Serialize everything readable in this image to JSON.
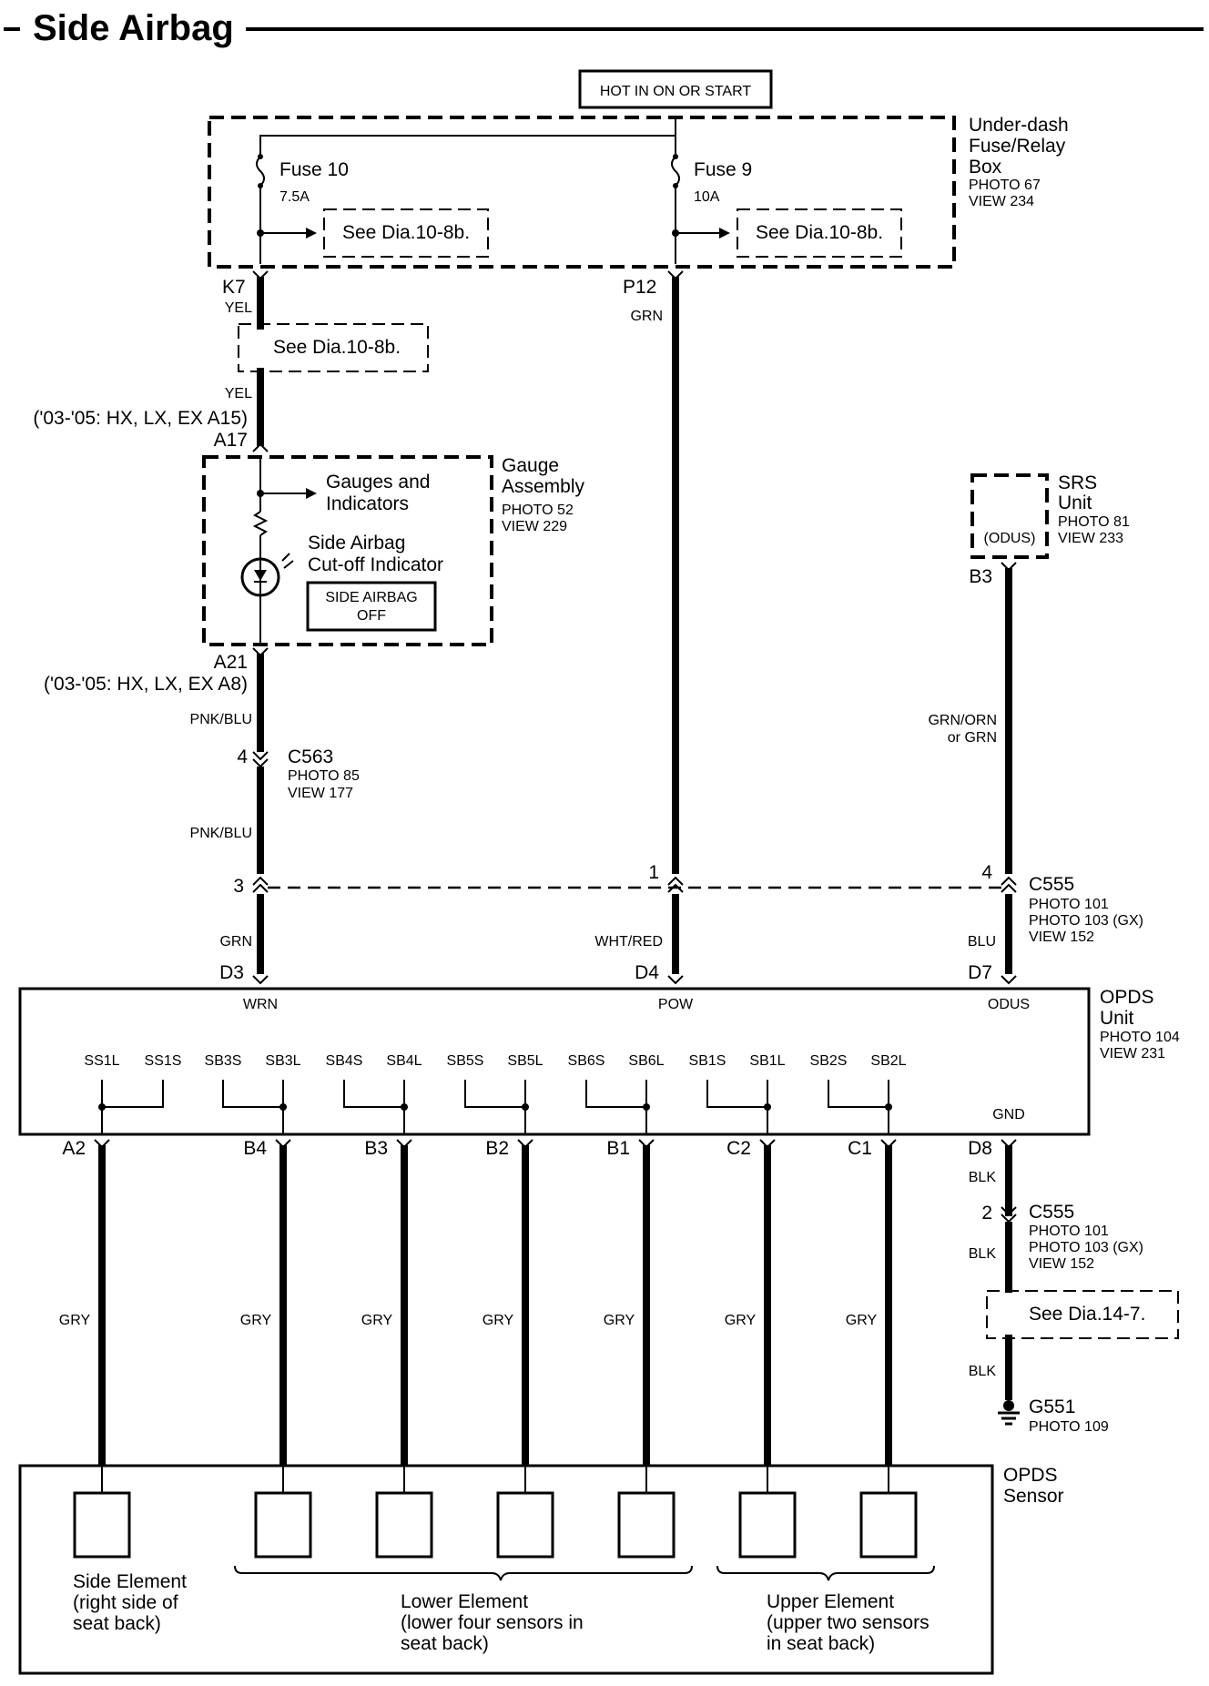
{
  "title": "Side Airbag",
  "power_source": "HOT IN ON OR START",
  "fuse_box": {
    "name_lines": [
      "Under-dash",
      "Fuse/Relay",
      "Box"
    ],
    "photo": "PHOTO 67",
    "view": "VIEW 234",
    "fuse10": {
      "name": "Fuse 10",
      "rating": "7.5A",
      "pin": "K7"
    },
    "fuse9": {
      "name": "Fuse 9",
      "rating": "10A",
      "pin": "P12"
    },
    "see_ref": "See Dia.10-8b."
  },
  "wire_colors": {
    "yel": "YEL",
    "grn": "GRN",
    "pnk_blu": "PNK/BLU",
    "wht_red": "WHT/RED",
    "grn_orn_1": "GRN/ORN",
    "grn_orn_2": "or GRN",
    "blu": "BLU",
    "gry": "GRY",
    "blk": "BLK"
  },
  "yel_see_ref": "See Dia.10-8b.",
  "gauge": {
    "pin_top_note": "('03-'05: HX, LX, EX A15)",
    "pin_top": "A17",
    "name_lines": [
      "Gauge",
      "Assembly"
    ],
    "photo": "PHOTO 52",
    "view": "VIEW 229",
    "gauges_lines": [
      "Gauges and",
      "Indicators"
    ],
    "indicator_lines": [
      "Side Airbag",
      "Cut-off Indicator"
    ],
    "indicator_box_lines": [
      "SIDE AIRBAG",
      "OFF"
    ],
    "pin_bottom": "A21",
    "pin_bottom_note": "('03-'05: HX, LX, EX A8)"
  },
  "c563": {
    "pin": "4",
    "name": "C563",
    "photo": "PHOTO 85",
    "view": "VIEW 177"
  },
  "srs": {
    "name_lines": [
      "SRS",
      "Unit"
    ],
    "photo": "PHOTO 81",
    "view": "VIEW 233",
    "inner": "(ODUS)",
    "pin": "B3"
  },
  "c555_top": {
    "pin_left": "3",
    "pin_mid": "1",
    "pin_right": "4",
    "name": "C555",
    "photo1": "PHOTO 101",
    "photo2": "PHOTO 103 (GX)",
    "view": "VIEW 152"
  },
  "opds_unit": {
    "name_lines": [
      "OPDS",
      "Unit"
    ],
    "photo": "PHOTO 104",
    "view": "VIEW 231",
    "top_pins": [
      "D3",
      "D4",
      "D7"
    ],
    "top_labels": [
      "WRN",
      "POW",
      "ODUS"
    ],
    "gnd_label": "GND",
    "gnd_pin": "D8",
    "sensor_labels": [
      "SS1L",
      "SS1S",
      "SB3S",
      "SB3L",
      "SB4S",
      "SB4L",
      "SB5S",
      "SB5L",
      "SB6S",
      "SB6L",
      "SB1S",
      "SB1L",
      "SB2S",
      "SB2L"
    ],
    "bottom_pins": [
      "A2",
      "B4",
      "B3",
      "B2",
      "B1",
      "C2",
      "C1"
    ]
  },
  "c555_bottom": {
    "pin": "2",
    "name": "C555",
    "photo1": "PHOTO 101",
    "photo2": "PHOTO 103 (GX)",
    "view": "VIEW 152"
  },
  "ground_see_ref": "See Dia.14-7.",
  "ground": {
    "name": "G551",
    "photo": "PHOTO 109"
  },
  "opds_sensor": {
    "name_lines": [
      "OPDS",
      "Sensor"
    ],
    "side_lines": [
      "Side Element",
      "(right side of",
      "seat back)"
    ],
    "lower_lines": [
      "Lower Element",
      "(lower four sensors in",
      "seat back)"
    ],
    "upper_lines": [
      "Upper Element",
      "(upper two sensors",
      "in seat back)"
    ]
  }
}
